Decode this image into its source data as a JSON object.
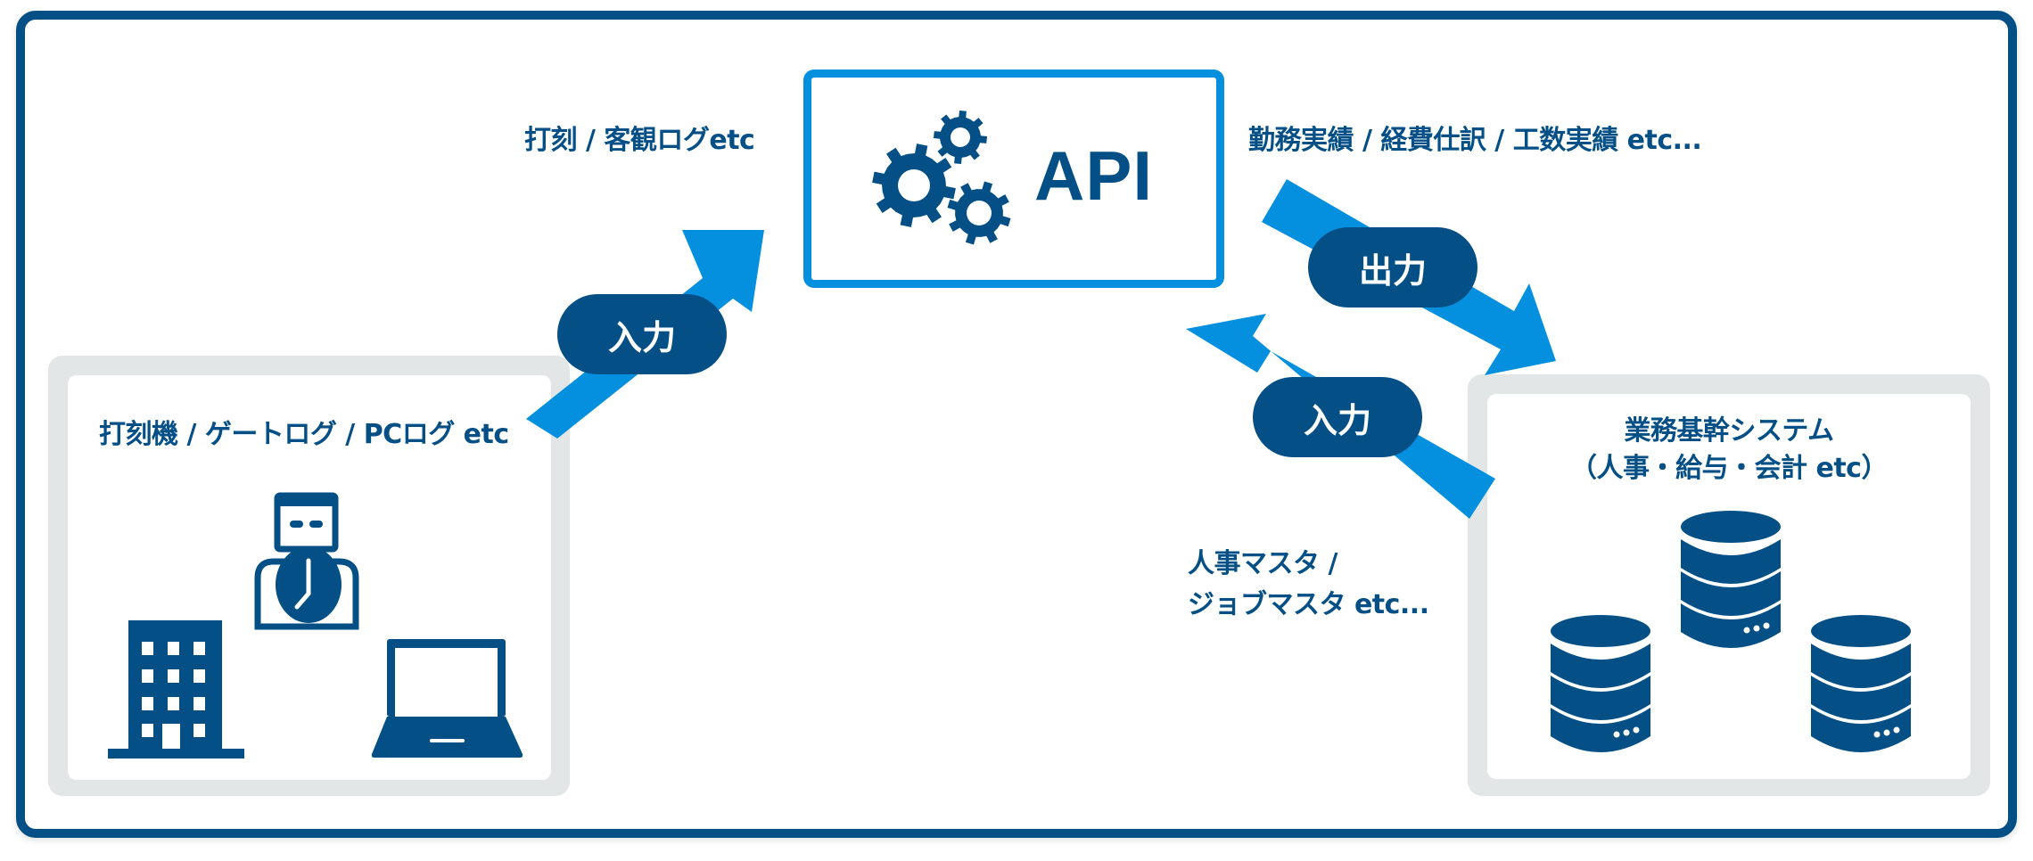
{
  "colors": {
    "navy": "#034f86",
    "accent_blue": "#0490de",
    "panel_gray": "#e2e6e7",
    "background": "#ffffff"
  },
  "api_box": {
    "title": "API",
    "icon": "gears-icon"
  },
  "source_panel": {
    "title": "打刻機 / ゲートログ / PCログ etc",
    "icons": [
      "time-clock-icon",
      "office-building-icon",
      "laptop-icon"
    ]
  },
  "core_system_panel": {
    "title_line1": "業務基幹システム",
    "title_line2": "（人事・給与・会計 etc）",
    "icons": [
      "database-icon",
      "database-icon",
      "database-icon"
    ]
  },
  "flows": {
    "source_to_api": {
      "label": "入力",
      "data_caption": "打刻 / 客観ログetc"
    },
    "api_to_core": {
      "label": "出力",
      "data_caption": "勤務実績 / 経費仕訳 / 工数実績 etc..."
    },
    "core_to_api": {
      "label": "入力",
      "data_caption_line1": "人事マスタ /",
      "data_caption_line2": "ジョブマスタ etc..."
    }
  }
}
